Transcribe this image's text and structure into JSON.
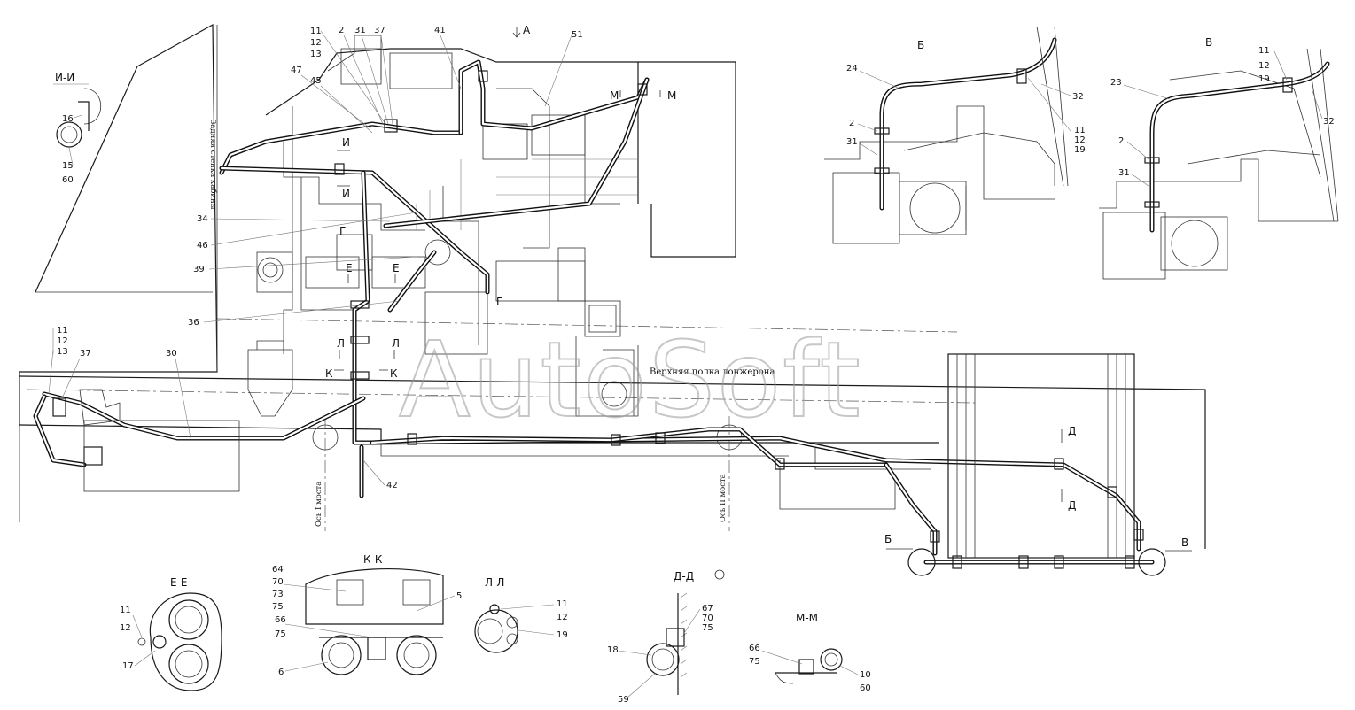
{
  "watermark": "AutoSoft",
  "notes": {
    "cab_wall": "Задняя стенка кабины",
    "frame_flange": "Верхняя полка лонжерона",
    "axle_1": "Ось I моста",
    "axle_2": "Ось II моста"
  },
  "view_marks": {
    "a": "А",
    "b": "Б",
    "v": "В",
    "b_arrow": "Б",
    "v_arrow": "В"
  },
  "section_titles": {
    "ii": "И-И",
    "ee": "Е-Е",
    "kk": "К-К",
    "ll": "Л-Л",
    "dd": "Д-Д",
    "mm": "М-М"
  },
  "cut_marks": {
    "m1": "М",
    "m2": "М",
    "i1": "И",
    "i2": "И",
    "g1": "Г",
    "g2": "Г",
    "e1": "Е",
    "e2": "Е",
    "l1": "Л",
    "l2": "Л",
    "k1": "К",
    "k2": "К",
    "d1": "Д",
    "d2": "Д"
  },
  "labels_main": {
    "p11": "11",
    "p12": "12",
    "p13": "13",
    "p2": "2",
    "p31": "31",
    "p37": "37",
    "p41": "41",
    "p51": "51",
    "p47": "47",
    "p45": "45",
    "p34": "34",
    "p46": "46",
    "p39": "39",
    "p36": "36",
    "p30": "30",
    "p42": "42",
    "l11": "11",
    "l12": "12",
    "l13": "13",
    "l37": "37"
  },
  "labels_ii": {
    "p16": "16",
    "p15": "15",
    "p60": "60"
  },
  "labels_b": {
    "p24": "24",
    "p2": "2",
    "p31": "31",
    "p32": "32",
    "p11": "11",
    "p12": "12",
    "p19": "19"
  },
  "labels_v": {
    "p23": "23",
    "p2": "2",
    "p31": "31",
    "p11": "11",
    "p12": "12",
    "p19": "19",
    "p32": "32"
  },
  "labels_ee": {
    "p11": "11",
    "p12": "12",
    "p17": "17"
  },
  "labels_kk": {
    "p64": "64",
    "p70": "70",
    "p73": "73",
    "p75": "75",
    "p66": "66",
    "p75b": "75",
    "p5": "5",
    "p6": "6"
  },
  "labels_ll": {
    "p11": "11",
    "p12": "12",
    "p19": "19"
  },
  "labels_dd": {
    "p67": "67",
    "p70": "70",
    "p75": "75",
    "p18": "18",
    "p59": "59"
  },
  "labels_mm": {
    "p66": "66",
    "p75": "75",
    "p10": "10",
    "p60": "60"
  }
}
